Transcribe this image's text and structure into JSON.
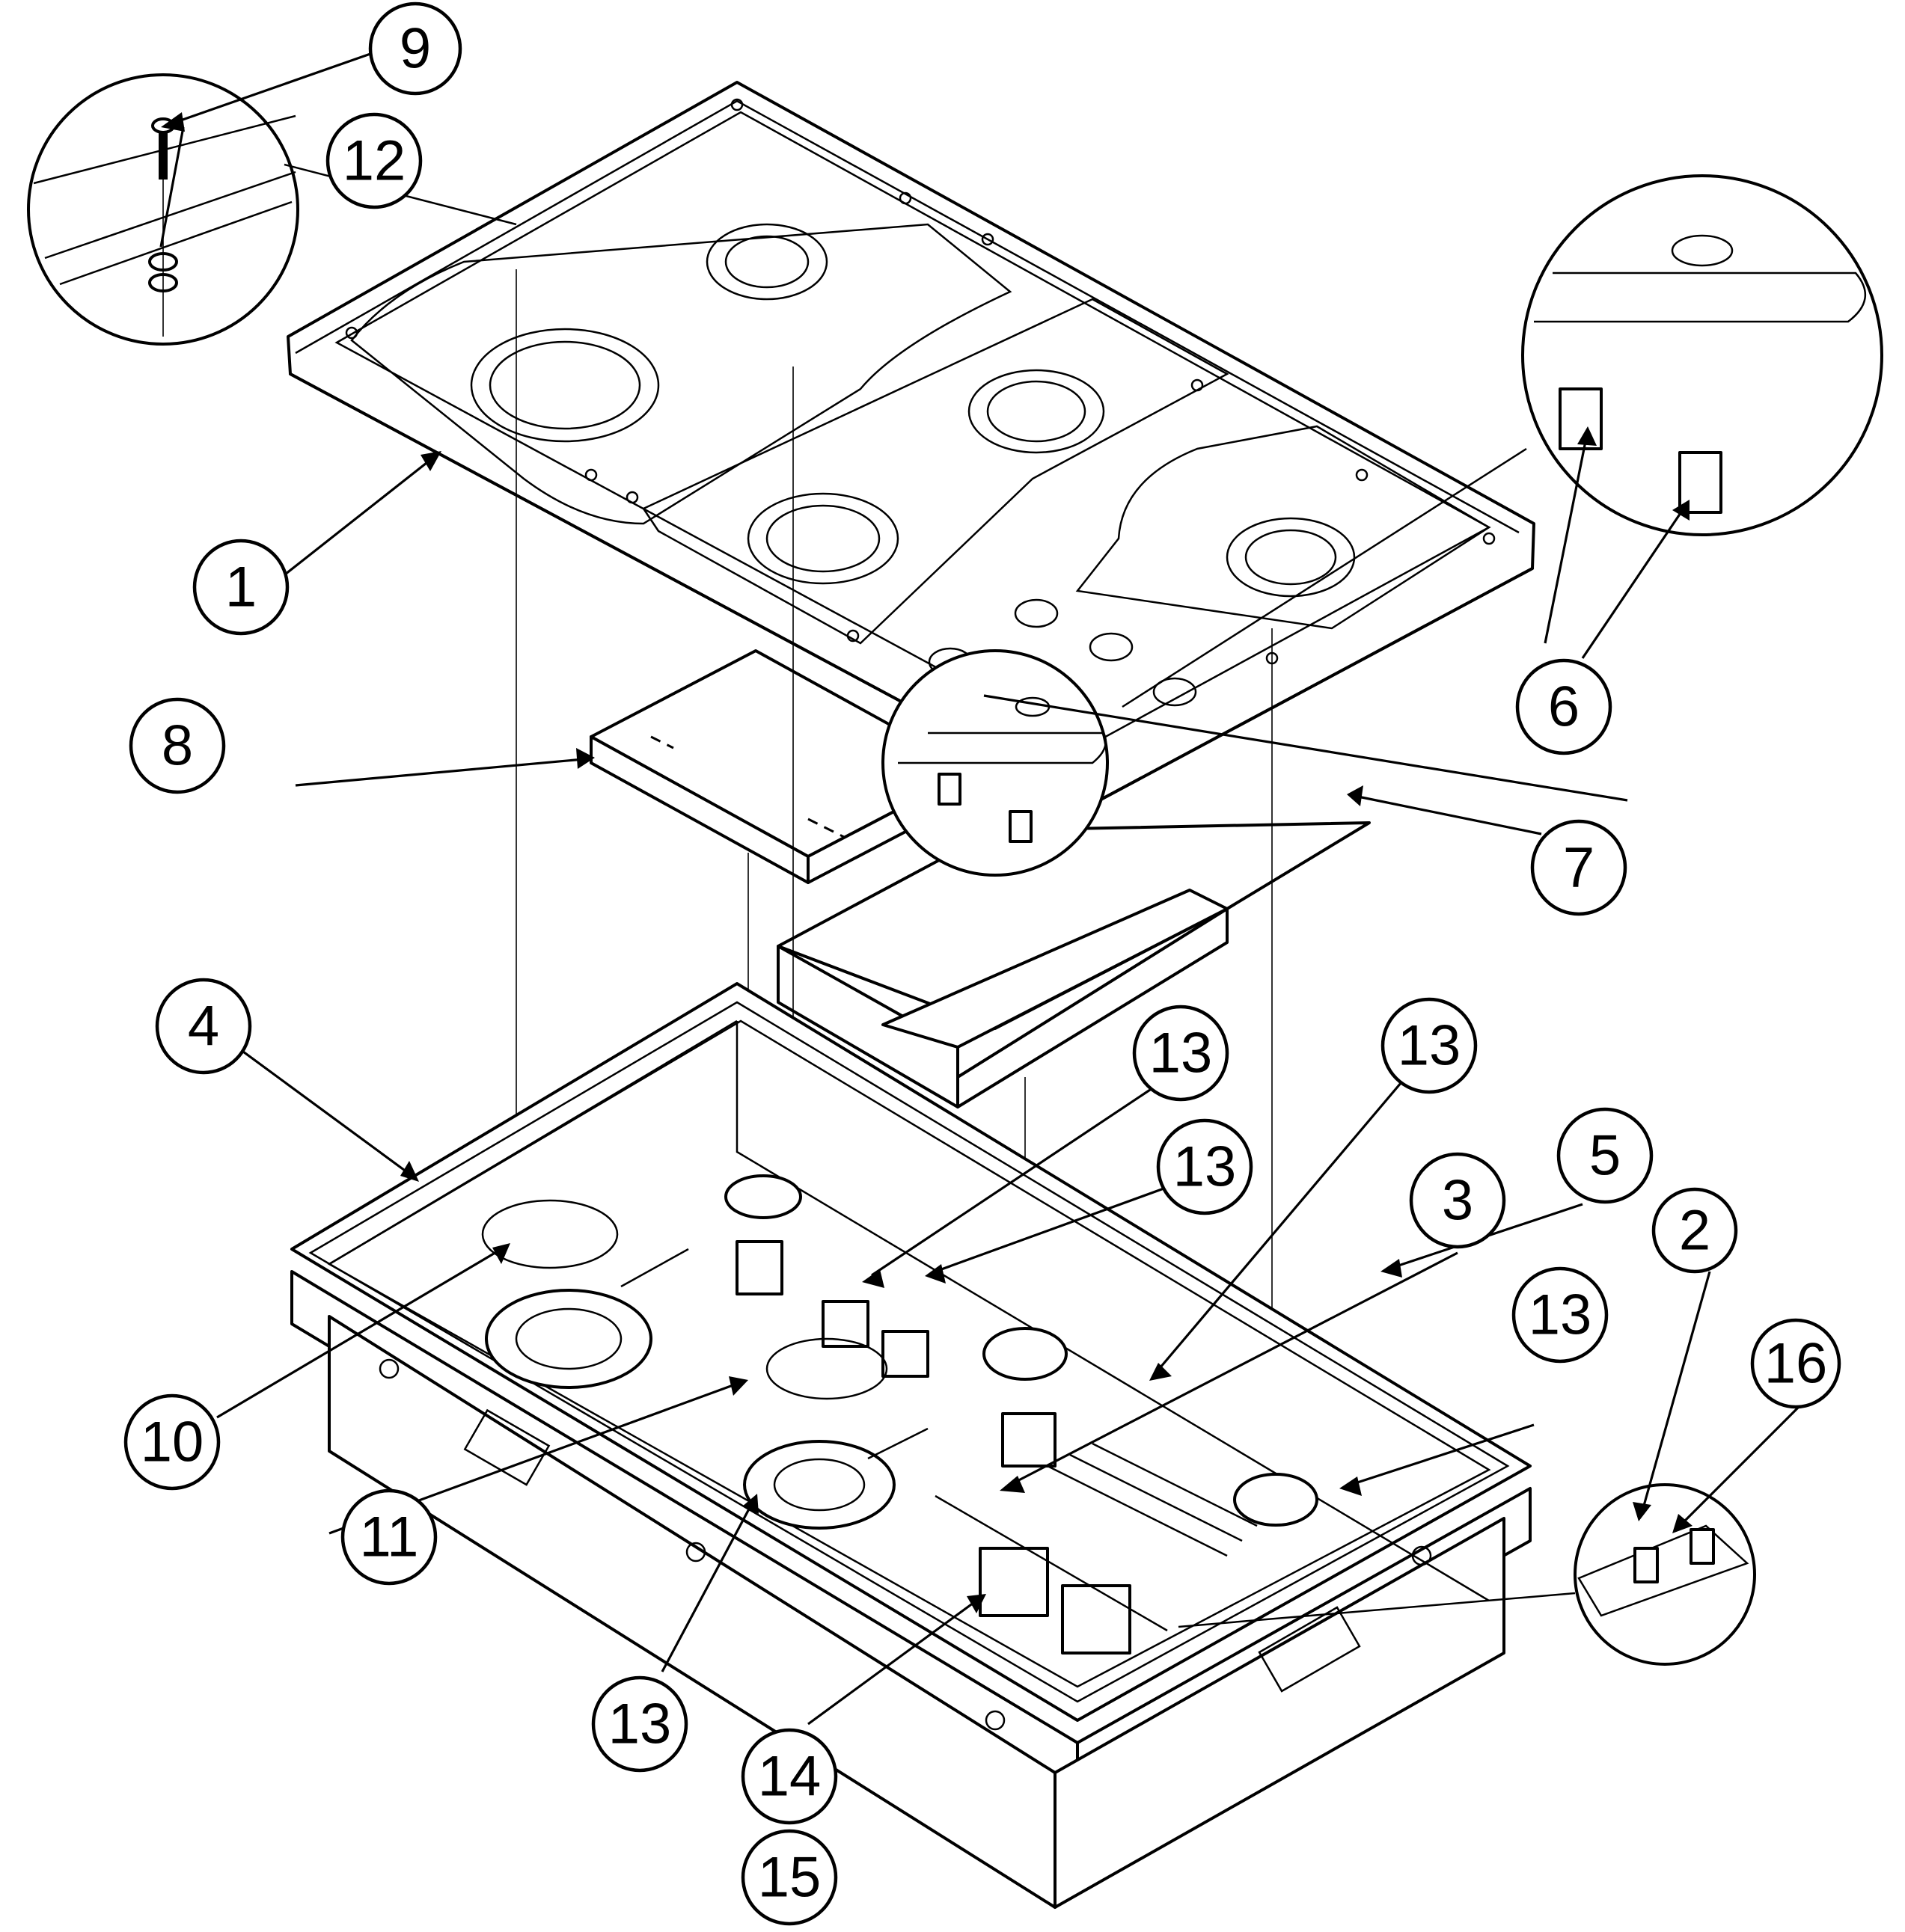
{
  "diagram": {
    "type": "exploded-parts-diagram",
    "callouts": [
      {
        "id": "c1",
        "label": "1"
      },
      {
        "id": "c2",
        "label": "2"
      },
      {
        "id": "c3",
        "label": "3"
      },
      {
        "id": "c4",
        "label": "4"
      },
      {
        "id": "c5",
        "label": "5"
      },
      {
        "id": "c6",
        "label": "6"
      },
      {
        "id": "c7",
        "label": "7"
      },
      {
        "id": "c8",
        "label": "8"
      },
      {
        "id": "c9",
        "label": "9"
      },
      {
        "id": "c10",
        "label": "10"
      },
      {
        "id": "c11",
        "label": "11"
      },
      {
        "id": "c12",
        "label": "12"
      },
      {
        "id": "c13a",
        "label": "13"
      },
      {
        "id": "c13b",
        "label": "13"
      },
      {
        "id": "c13c",
        "label": "13"
      },
      {
        "id": "c13d",
        "label": "13"
      },
      {
        "id": "c13e",
        "label": "13"
      },
      {
        "id": "c14",
        "label": "14"
      },
      {
        "id": "c15",
        "label": "15"
      },
      {
        "id": "c16",
        "label": "16"
      }
    ]
  }
}
